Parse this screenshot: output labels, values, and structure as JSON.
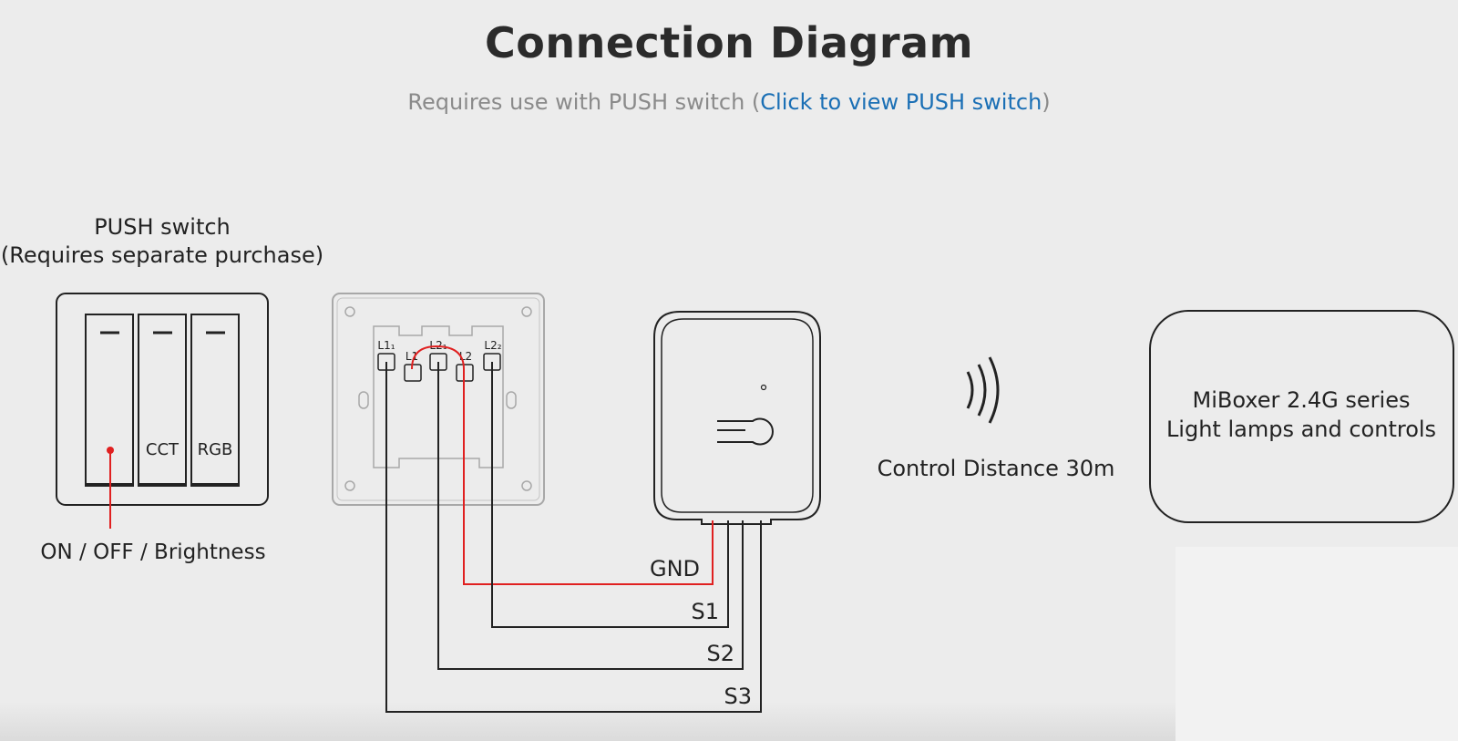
{
  "title": "Connection Diagram",
  "subtitle": {
    "prefix": "Requires use with PUSH switch (",
    "link": "Click to view PUSH switch",
    "suffix": ")"
  },
  "push_switch": {
    "title": "PUSH switch",
    "note": "(Requires separate purchase)",
    "buttons": [
      "",
      "CCT",
      "RGB"
    ],
    "callout": "ON / OFF / Brightness"
  },
  "wall_plate": {
    "terminals": [
      "L1₁",
      "L1",
      "L2₁",
      "L2",
      "L2₂"
    ]
  },
  "wires": [
    "GND",
    "S1",
    "S2",
    "S3"
  ],
  "wireless": {
    "label": "Control Distance 30m"
  },
  "target": {
    "line1": "MiBoxer 2.4G series",
    "line2": "Light lamps and controls"
  },
  "colors": {
    "background": "#ececec",
    "link": "#1a6fb5",
    "red_wire": "#e02020",
    "line": "#222222",
    "plate_outline": "#a8a8a8"
  }
}
